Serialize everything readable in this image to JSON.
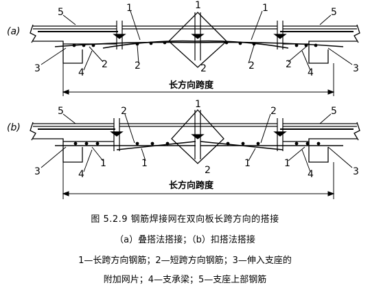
{
  "panels": [
    {
      "id": "a",
      "tag": "(a)",
      "span_label": "长方向跨度"
    },
    {
      "id": "b",
      "tag": "(b)",
      "span_label": "长方向跨度"
    }
  ],
  "callouts": {
    "c1": "1",
    "c2": "2",
    "c3": "3",
    "c4": "4",
    "c5": "5"
  },
  "caption": {
    "title": "图 5.2.9 钢筋焊接网在双向板长跨方向的搭接",
    "subtitle": "（a）叠搭法搭接；（b）扣搭法搭接",
    "legend_line1": "1—长跨方向钢筋；2—短跨方向钢筋；3—伸入支座的",
    "legend_line2": "附加网片；4—支承梁；5—支座上部钢筋"
  }
}
